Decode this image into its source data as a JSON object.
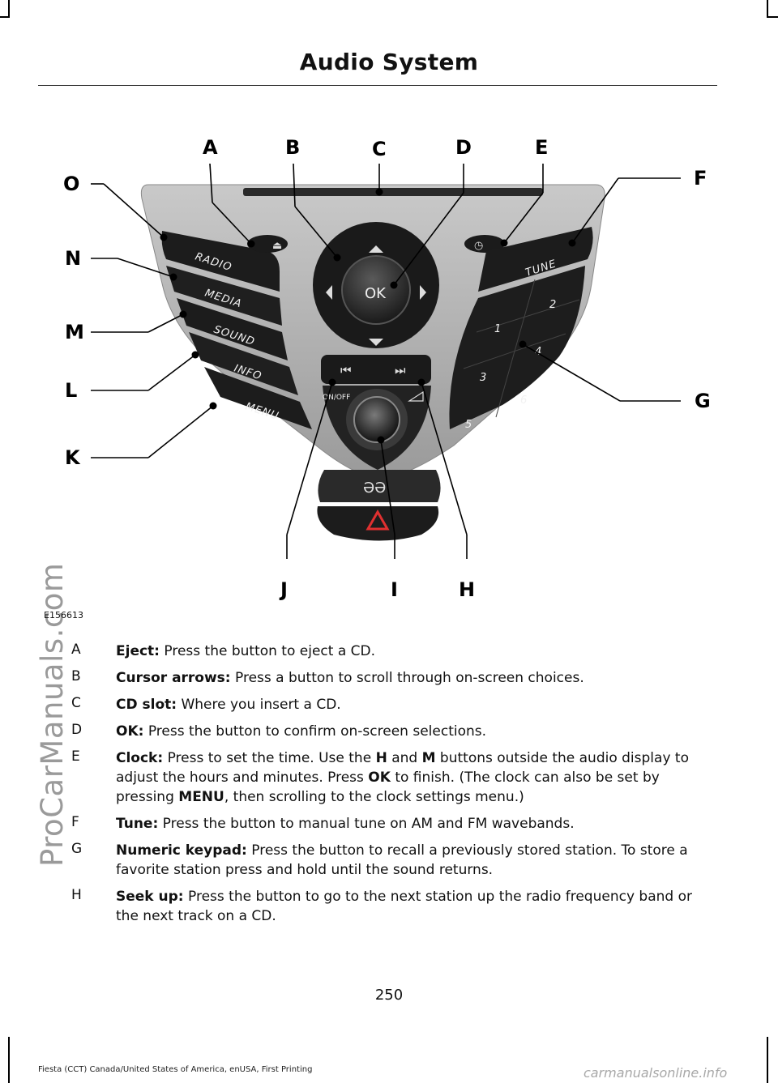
{
  "header": {
    "title": "Audio System"
  },
  "watermark_side": "ProCarManuals.com",
  "figure": {
    "image_code": "E156613",
    "callouts": [
      "A",
      "B",
      "C",
      "D",
      "E",
      "F",
      "G",
      "H",
      "I",
      "J",
      "K",
      "L",
      "M",
      "N",
      "O"
    ],
    "button_labels": {
      "radio": "RADIO",
      "media": "MEDIA",
      "sound": "SOUND",
      "info": "INFO",
      "menu": "MENU",
      "tune": "TUNE",
      "ok": "OK",
      "on_off": "ON/OFF",
      "keys": [
        "1",
        "2",
        "3",
        "4",
        "5",
        "6"
      ]
    }
  },
  "items": [
    {
      "letter": "A",
      "term": "Eject:",
      "text": " Press the button to eject a CD."
    },
    {
      "letter": "B",
      "term": "Cursor arrows:",
      "text": " Press a button to scroll through on-screen choices."
    },
    {
      "letter": "C",
      "term": "CD slot:",
      "text": " Where you insert a CD."
    },
    {
      "letter": "D",
      "term": "OK:",
      "text": " Press the button to confirm on-screen selections."
    },
    {
      "letter": "E",
      "term": "Clock:",
      "text_parts": [
        " Press to set the time. Use the ",
        "H",
        " and ",
        "M",
        " buttons outside the audio display to adjust the hours and minutes. Press ",
        "OK",
        " to finish. (The clock can also be set by pressing ",
        "MENU",
        ", then scrolling to the clock settings menu.)"
      ]
    },
    {
      "letter": "F",
      "term": "Tune:",
      "text": " Press the button to manual tune on AM and FM wavebands."
    },
    {
      "letter": "G",
      "term": "Numeric keypad:",
      "text": " Press the button to recall a previously stored station. To store a favorite station press and hold until the sound returns."
    },
    {
      "letter": "H",
      "term": "Seek up:",
      "text": " Press the button to go to the next station up the radio frequency band or the next track on a CD."
    }
  ],
  "footer": {
    "page_number": "250",
    "edition": "Fiesta (CCT) Canada/United States of America, enUSA, First Printing",
    "site": "carmanualsonline.info"
  }
}
